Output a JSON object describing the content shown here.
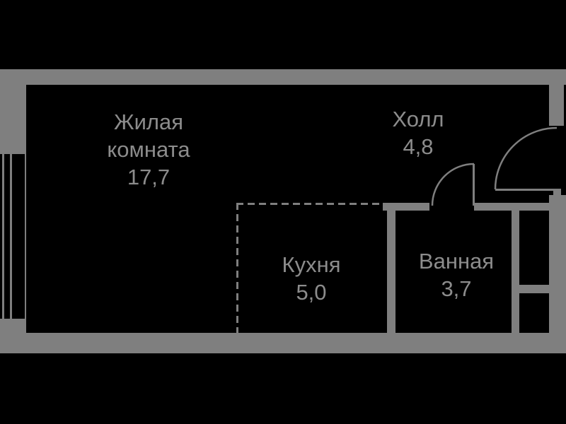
{
  "floorplan": {
    "title": "Studio apartment floor plan",
    "colors": {
      "background": "#000000",
      "wall": "#7f7f7f",
      "label": "#8c8c8c"
    },
    "rooms": {
      "living": {
        "name": "Жилая комната",
        "area": "17,7"
      },
      "hall": {
        "name": "Холл",
        "area": "4,8"
      },
      "kitchen": {
        "name": "Кухня",
        "area": "5,0"
      },
      "bathroom": {
        "name": "Ванная",
        "area": "3,7"
      }
    },
    "features": {
      "window": "window-in-left-wall",
      "entrance_door": "arc-door-right-wall",
      "bathroom_door": "arc-door-bathroom",
      "kitchen_boundary": "dashed-zone-line"
    }
  }
}
